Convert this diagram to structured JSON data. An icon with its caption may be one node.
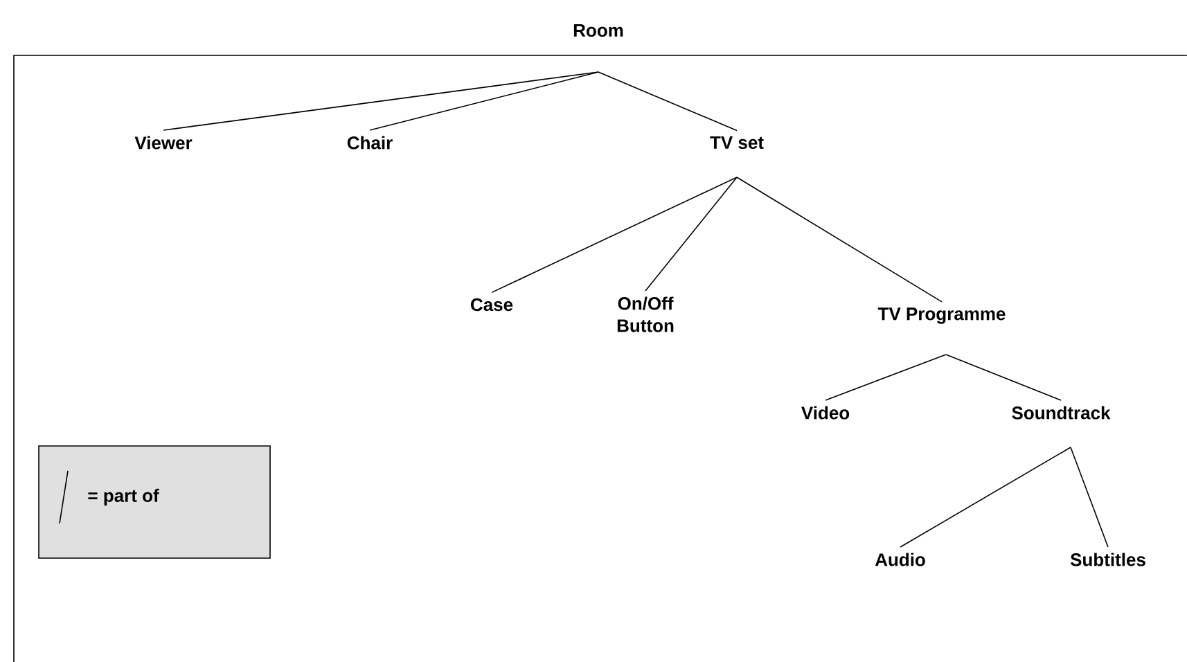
{
  "diagram": {
    "nodes": [
      {
        "text": [
          "Room"
        ]
      },
      {
        "text": [
          "Viewer"
        ]
      },
      {
        "text": [
          "Chair"
        ]
      },
      {
        "text": [
          "TV set"
        ]
      },
      {
        "text": [
          "Case"
        ]
      },
      {
        "text": [
          "On/Off Button"
        ]
      },
      {
        "text": [
          "TV Programme"
        ]
      },
      {
        "text": [
          "Video"
        ]
      },
      {
        "text": [
          "Soundtrack"
        ]
      },
      {
        "text": [
          "Audio"
        ]
      },
      {
        "text": [
          "Subtitles"
        ]
      }
    ],
    "edges": [
      {
        "from": 0,
        "to": 1,
        "arrow": "none"
      },
      {
        "from": 0,
        "to": 2,
        "arrow": "none"
      },
      {
        "from": 0,
        "to": 3,
        "arrow": "none"
      },
      {
        "from": 3,
        "to": 4,
        "arrow": "none"
      },
      {
        "from": 3,
        "to": 5,
        "arrow": "none"
      },
      {
        "from": 3,
        "to": 6,
        "arrow": "none"
      },
      {
        "from": 6,
        "to": 7,
        "arrow": "none"
      },
      {
        "from": 6,
        "to": 8,
        "arrow": "none"
      },
      {
        "from": 8,
        "to": 9,
        "arrow": "none"
      },
      {
        "from": 8,
        "to": 10,
        "arrow": "none"
      }
    ],
    "legend": [
      {
        "text": "= part of"
      }
    ]
  }
}
